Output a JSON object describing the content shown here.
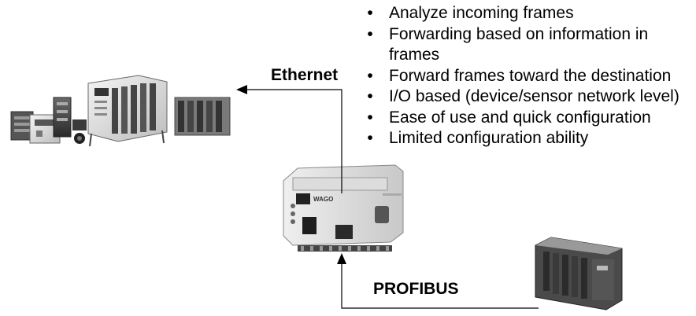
{
  "bullets": [
    "Analyze incoming frames",
    "Forwarding based on information in frames",
    "Forward frames toward the destination",
    "I/O based (device/sensor network level)",
    "Ease of use and quick configuration",
    "Limited configuration ability"
  ],
  "labels": {
    "ethernet": "Ethernet",
    "profibus": "PROFIBUS"
  },
  "device": {
    "brand": "WAGO"
  }
}
